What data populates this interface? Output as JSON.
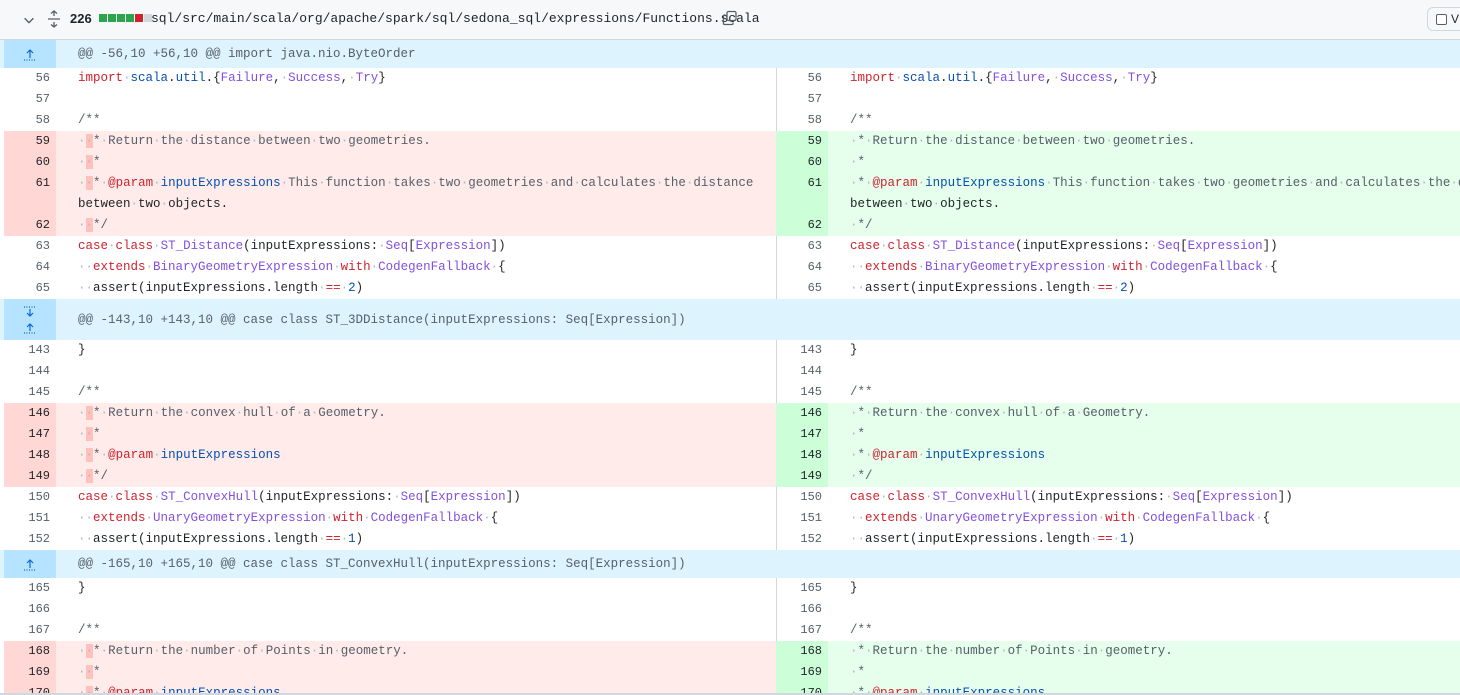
{
  "file": {
    "change_count": "226",
    "diffstat_colors": [
      "#2da44e",
      "#2da44e",
      "#2da44e",
      "#2da44e",
      "#cf222e",
      "#d0d7de"
    ],
    "path": "sql/src/main/scala/org/apache/spark/sql/sedona_sql/expressions/Functions.scala",
    "viewed_label": "V",
    "icons": {
      "collapse": "chevron-down-icon",
      "expand": "unfold-icon",
      "copy": "copy-icon"
    }
  },
  "hunks": [
    {
      "header": "@@ -56,10 +56,10 @@ import java.nio.ByteOrder",
      "rows": [
        {
          "type": "ctx",
          "l": "56",
          "r": "56",
          "code": "import scala.util.{Failure, Success, Try}"
        },
        {
          "type": "ctx",
          "l": "57",
          "r": "57",
          "code": ""
        },
        {
          "type": "ctx",
          "l": "58",
          "r": "58",
          "code": "/**"
        },
        {
          "type": "chg",
          "l": "59",
          "r": "59",
          "lcode": "  * Return the distance between two geometries.",
          "rcode": " * Return the distance between two geometries."
        },
        {
          "type": "chg",
          "l": "60",
          "r": "60",
          "lcode": "  *",
          "rcode": " *"
        },
        {
          "type": "chg",
          "l": "61",
          "r": "61",
          "lcode": "  * @param inputExpressions This function takes two geometries and calculates the distance",
          "rcode": " * @param inputExpressions This function takes two geometries and calculates the distance"
        },
        {
          "type": "chg",
          "l": "",
          "r": "",
          "lcode": "between two objects.",
          "rcode": "between two objects."
        },
        {
          "type": "chg",
          "l": "62",
          "r": "62",
          "lcode": "  */",
          "rcode": " */"
        },
        {
          "type": "ctx",
          "l": "63",
          "r": "63",
          "code": "case class ST_Distance(inputExpressions: Seq[Expression])"
        },
        {
          "type": "ctx",
          "l": "64",
          "r": "64",
          "code": "  extends BinaryGeometryExpression with CodegenFallback {"
        },
        {
          "type": "ctx",
          "l": "65",
          "r": "65",
          "code": "  assert(inputExpressions.length == 2)"
        }
      ]
    },
    {
      "header": "@@ -143,10 +143,10 @@ case class ST_3DDistance(inputExpressions: Seq[Expression])",
      "rows": [
        {
          "type": "ctx",
          "l": "143",
          "r": "143",
          "code": "}"
        },
        {
          "type": "ctx",
          "l": "144",
          "r": "144",
          "code": ""
        },
        {
          "type": "ctx",
          "l": "145",
          "r": "145",
          "code": "/**"
        },
        {
          "type": "chg",
          "l": "146",
          "r": "146",
          "lcode": "  * Return the convex hull of a Geometry.",
          "rcode": " * Return the convex hull of a Geometry."
        },
        {
          "type": "chg",
          "l": "147",
          "r": "147",
          "lcode": "  *",
          "rcode": " *"
        },
        {
          "type": "chg",
          "l": "148",
          "r": "148",
          "lcode": "  * @param inputExpressions",
          "rcode": " * @param inputExpressions"
        },
        {
          "type": "chg",
          "l": "149",
          "r": "149",
          "lcode": "  */",
          "rcode": " */"
        },
        {
          "type": "ctx",
          "l": "150",
          "r": "150",
          "code": "case class ST_ConvexHull(inputExpressions: Seq[Expression])"
        },
        {
          "type": "ctx",
          "l": "151",
          "r": "151",
          "code": "  extends UnaryGeometryExpression with CodegenFallback {"
        },
        {
          "type": "ctx",
          "l": "152",
          "r": "152",
          "code": "  assert(inputExpressions.length == 1)"
        }
      ]
    },
    {
      "header": "@@ -165,10 +165,10 @@ case class ST_ConvexHull(inputExpressions: Seq[Expression])",
      "rows": [
        {
          "type": "ctx",
          "l": "165",
          "r": "165",
          "code": "}"
        },
        {
          "type": "ctx",
          "l": "166",
          "r": "166",
          "code": ""
        },
        {
          "type": "ctx",
          "l": "167",
          "r": "167",
          "code": "/**"
        },
        {
          "type": "chg",
          "l": "168",
          "r": "168",
          "lcode": "  * Return the number of Points in geometry.",
          "rcode": " * Return the number of Points in geometry."
        },
        {
          "type": "chg",
          "l": "169",
          "r": "169",
          "lcode": "  *",
          "rcode": " *"
        },
        {
          "type": "chg",
          "l": "170",
          "r": "170",
          "lcode": "  * @param inputExpressions",
          "rcode": " * @param inputExpressions"
        }
      ]
    }
  ]
}
